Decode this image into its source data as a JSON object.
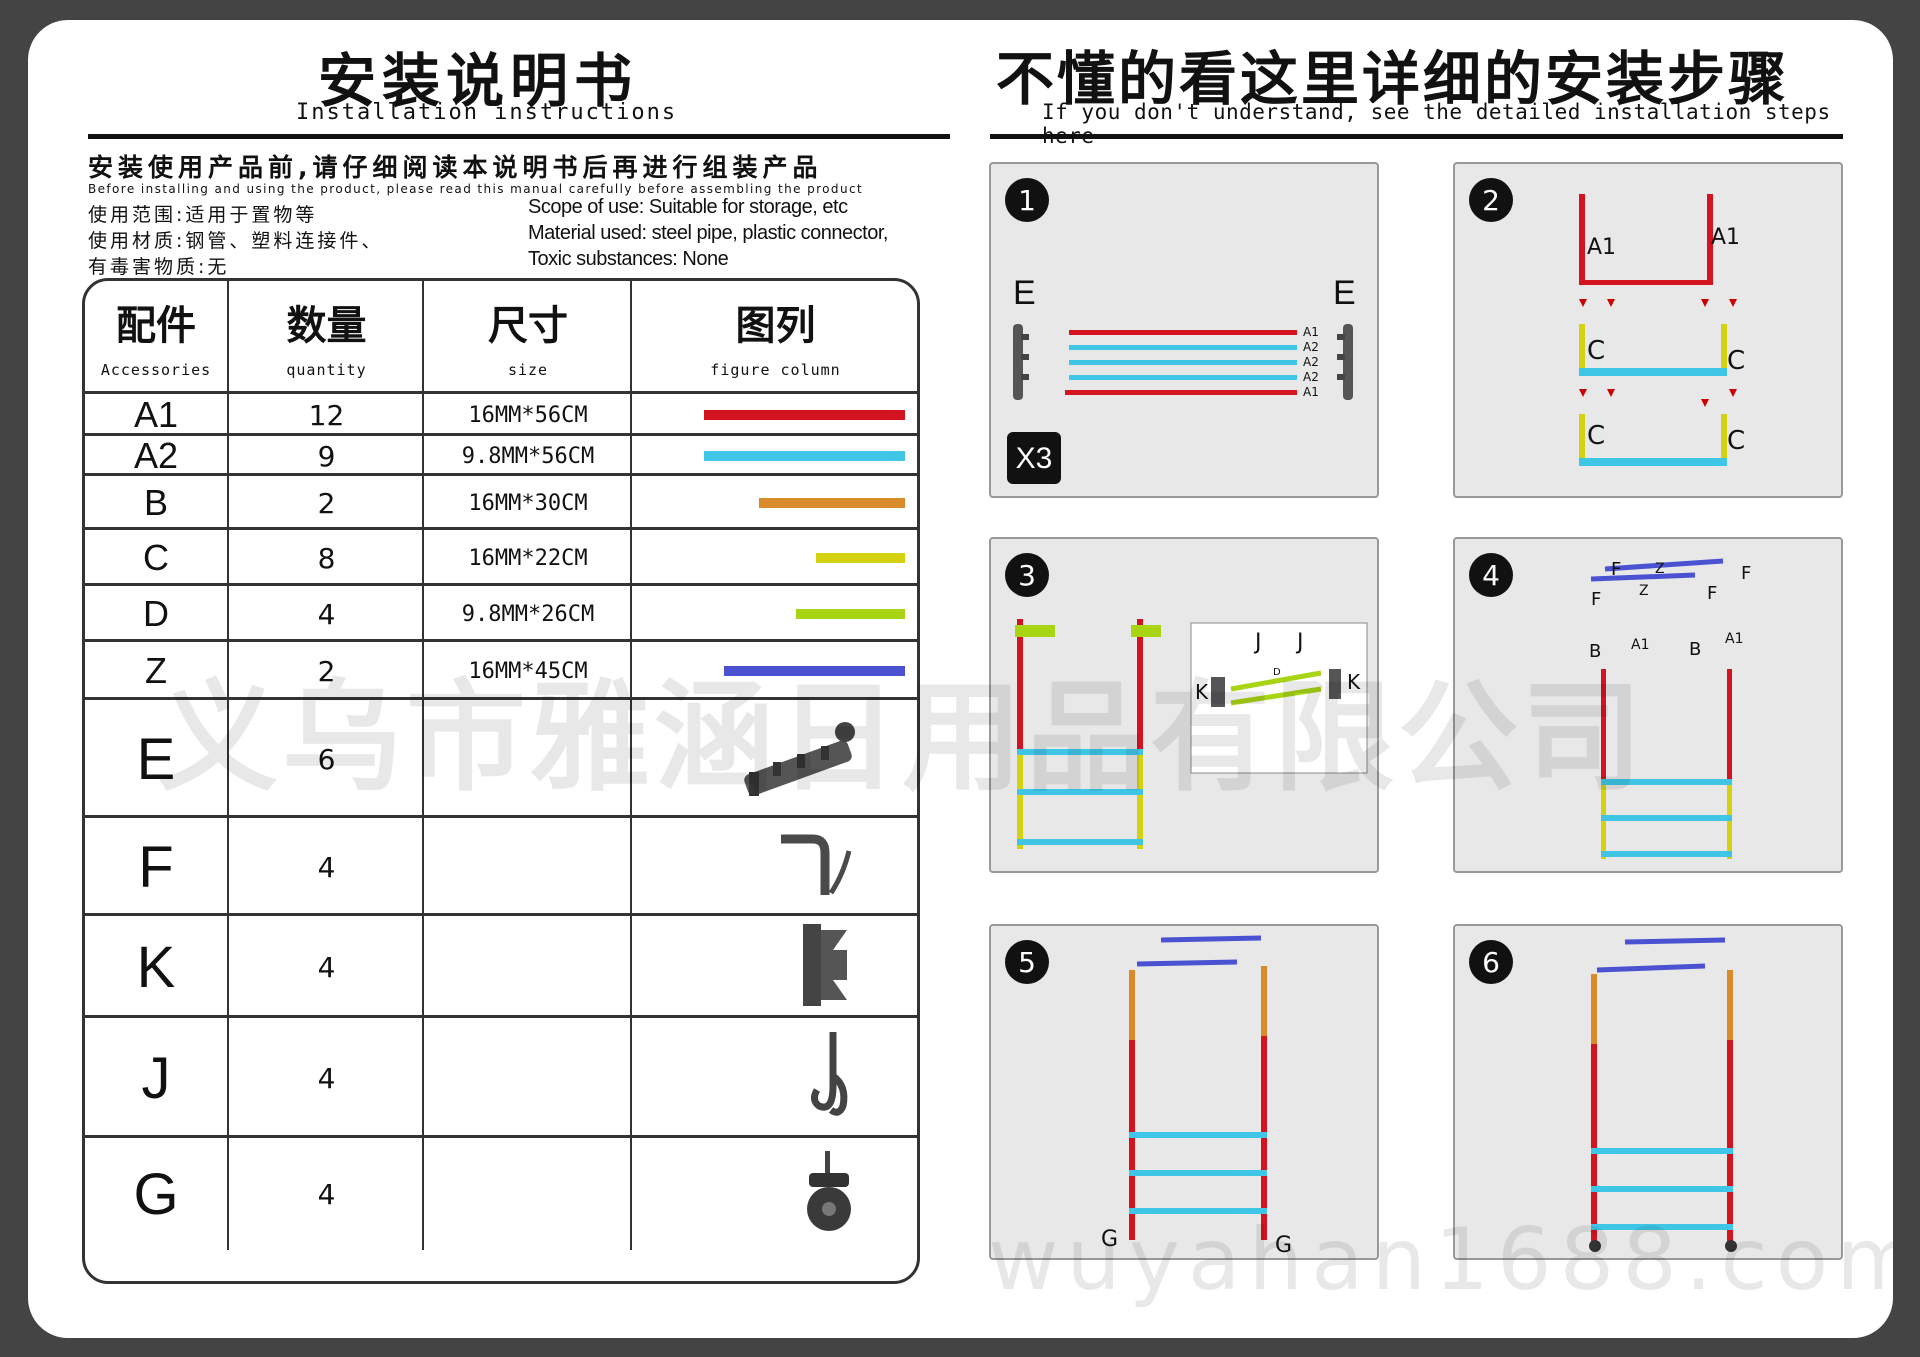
{
  "left_title": {
    "cn": "安装说明书",
    "en": "Installation instructions"
  },
  "right_title": {
    "cn": "不懂的看这里详细的安装步骤",
    "en": "If you don't understand, see the detailed installation steps here"
  },
  "intro": {
    "cn_main": "安装使用产品前,请仔细阅读本说明书后再进行组装产品",
    "en_main": "Before installing and using the product, please read this manual carefully before assembling the product",
    "cn_scope": "使用范围:适用于置物等",
    "cn_material": "使用材质:钢管、塑料连接件、",
    "cn_toxic": "有毒害物质:无",
    "en_scope": "Scope of use: Suitable for storage, etc",
    "en_material": "Material used: steel pipe, plastic connector,",
    "en_toxic": "Toxic substances: None"
  },
  "table": {
    "headers": [
      {
        "cn": "配件",
        "en": "Accessories"
      },
      {
        "cn": "数量",
        "en": "quantity"
      },
      {
        "cn": "尺寸",
        "en": "size"
      },
      {
        "cn": "图列",
        "en": "figure column"
      }
    ],
    "rows": [
      {
        "code": "A1",
        "qty": "12",
        "size": "16MM*56CM",
        "figure": "bar",
        "color": "#d41320",
        "len": 0.7
      },
      {
        "code": "A2",
        "qty": "9",
        "size": "9.8MM*56CM",
        "figure": "bar",
        "color": "#3fc6e6",
        "len": 0.7
      },
      {
        "code": "B",
        "qty": "2",
        "size": "16MM*30CM",
        "figure": "bar",
        "color": "#d98a2b",
        "len": 0.51
      },
      {
        "code": "C",
        "qty": "8",
        "size": "16MM*22CM",
        "figure": "bar",
        "color": "#d4d10f",
        "len": 0.31
      },
      {
        "code": "D",
        "qty": "4",
        "size": "9.8MM*26CM",
        "figure": "bar",
        "color": "#a8d414",
        "len": 0.38
      },
      {
        "code": "Z",
        "qty": "2",
        "size": "16MM*45CM",
        "figure": "bar",
        "color": "#4a52d1",
        "len": 0.63
      },
      {
        "code": "E",
        "qty": "6",
        "size": "",
        "figure": "hook-rail-icon"
      },
      {
        "code": "F",
        "qty": "4",
        "size": "",
        "figure": "elbow-hook-icon"
      },
      {
        "code": "K",
        "qty": "4",
        "size": "",
        "figure": "clamp-icon"
      },
      {
        "code": "J",
        "qty": "4",
        "size": "",
        "figure": "double-hook-icon"
      },
      {
        "code": "G",
        "qty": "4",
        "size": "",
        "figure": "caster-wheel-icon"
      }
    ]
  },
  "steps": [
    {
      "num": "1",
      "labels": {
        "e": "E",
        "a1": "A1",
        "a2": "A2",
        "x3": "X3"
      }
    },
    {
      "num": "2",
      "labels": {
        "a1": "A1",
        "c": "C"
      }
    },
    {
      "num": "3",
      "labels": {
        "j": "J",
        "k": "K",
        "d": "D"
      }
    },
    {
      "num": "4",
      "labels": {
        "f": "F",
        "z": "Z",
        "b": "B",
        "a1": "A1"
      }
    },
    {
      "num": "5",
      "labels": {
        "g": "G"
      }
    },
    {
      "num": "6",
      "labels": {}
    }
  ],
  "watermark": {
    "company": "义乌市雅涵日用品有限公司",
    "site": "wuyahan1688.com"
  }
}
